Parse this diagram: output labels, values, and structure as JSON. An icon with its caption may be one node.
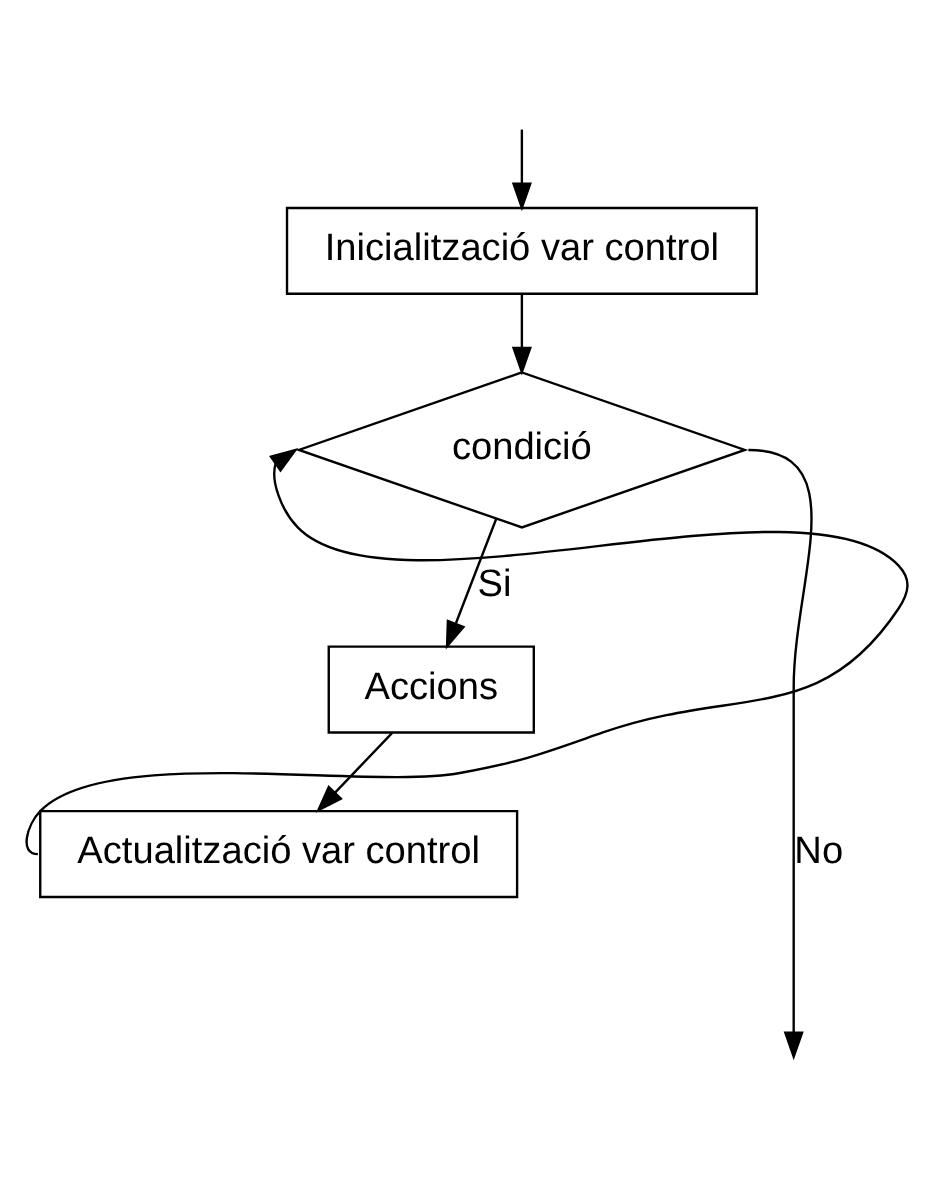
{
  "diagram": {
    "nodes": [
      {
        "text": [
          "Inicialització var control"
        ]
      },
      {
        "text": [
          "condició"
        ]
      },
      {
        "text": [
          "Accions"
        ]
      },
      {
        "text": [
          "Actualització var control"
        ]
      }
    ],
    "edges": [
      {
        "from": null,
        "to": 0,
        "arrow": "to"
      },
      {
        "from": 0,
        "to": 1,
        "arrow": "to"
      },
      {
        "from": 1,
        "to": 2,
        "arrow": "to",
        "label": "Si"
      },
      {
        "from": 2,
        "to": 3,
        "arrow": "to"
      },
      {
        "from": 3,
        "to": 1,
        "arrow": "to"
      },
      {
        "from": 1,
        "to": null,
        "arrow": "to",
        "label": "No"
      }
    ]
  }
}
